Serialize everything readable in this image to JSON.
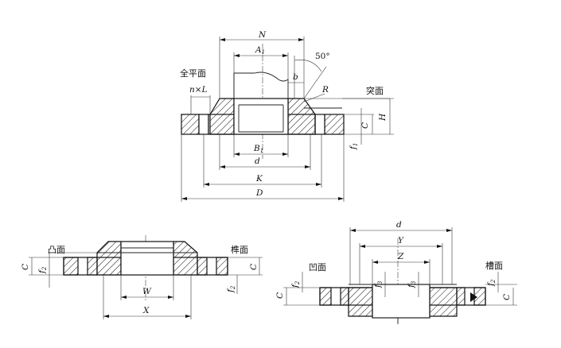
{
  "labels": {
    "top": {
      "N": "N",
      "A1": "A",
      "A1_sub": "1",
      "angle": "50°",
      "full_face": "全平面",
      "nxL": "n×L",
      "b": "b",
      "R": "R",
      "raised_face": "突面",
      "C": "C",
      "H": "H",
      "f1": "f",
      "f1_sub": "1",
      "B1": "B",
      "B1_sub": "1",
      "d": "d",
      "K": "K",
      "D": "D"
    },
    "bottom_left": {
      "male_face": "凸面",
      "tongue_face": "榫面",
      "C": "C",
      "f2": "f",
      "f2_sub": "2",
      "C_right": "C",
      "f2_right": "f",
      "f2_right_sub": "2",
      "W": "W",
      "X": "X"
    },
    "bottom_right": {
      "d": "d",
      "Y": "Y",
      "Z": "Z",
      "female_face": "凹面",
      "groove_face": "槽面",
      "C": "C",
      "f2": "f",
      "f2_sub": "2",
      "f3a": "f",
      "f3a_sub": "3",
      "f3b": "f",
      "f3b_sub": "3",
      "f2_right": "f",
      "f2_right_sub": "2",
      "C_right": "C"
    }
  }
}
